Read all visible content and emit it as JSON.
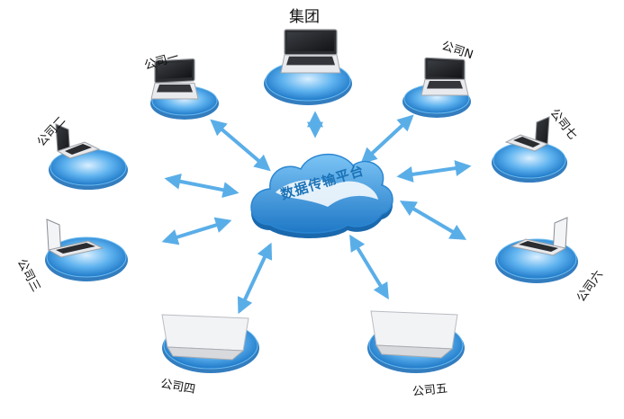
{
  "center": {
    "label": "数据传输平台"
  },
  "nodes": [
    {
      "id": "group",
      "label": "集团"
    },
    {
      "id": "c1",
      "label": "公司一"
    },
    {
      "id": "cN",
      "label": "公司N"
    },
    {
      "id": "c2",
      "label": "公司二"
    },
    {
      "id": "c7",
      "label": "公司七"
    },
    {
      "id": "c3",
      "label": "公司三"
    },
    {
      "id": "c6",
      "label": "公司六"
    },
    {
      "id": "c4",
      "label": "公司四"
    },
    {
      "id": "c5",
      "label": "公司五"
    }
  ],
  "colors": {
    "arrow": "#5aaee8",
    "disc": "#2f86cf",
    "disc_edge": "#6cbcf0",
    "cloud": "#2e8ad6",
    "cloud_text": "#1b73b8"
  }
}
